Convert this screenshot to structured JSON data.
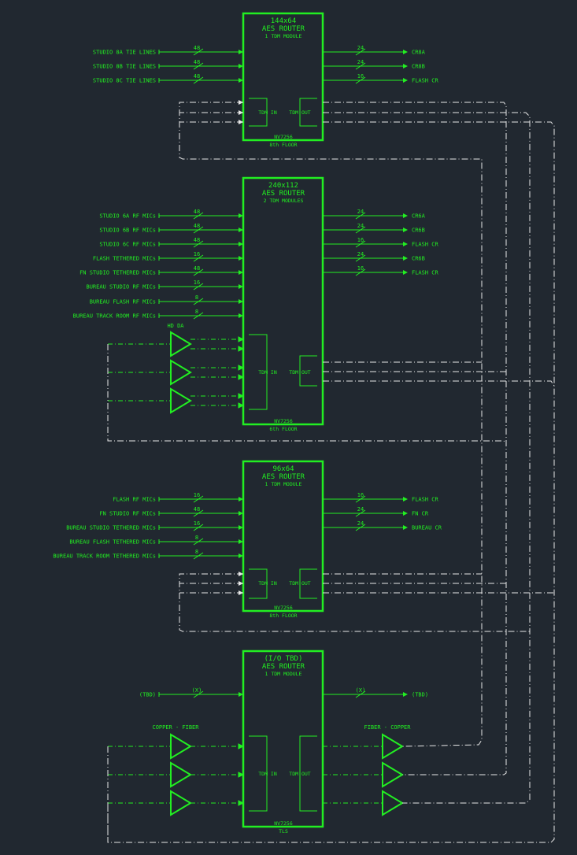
{
  "colors": {
    "background": "#212830",
    "green": "#22ee22",
    "white": "#e8e8e8"
  },
  "routers": [
    {
      "id": "r1",
      "title1": "144x64",
      "title2": "AES ROUTER",
      "subtitle": "1 TDM MODULE",
      "model": "NV7256",
      "floor": "8th FLOOR",
      "tdm_in": "TDM IN",
      "tdm_out": "TDM OUT",
      "inputs": [
        {
          "label": "STUDIO 8A TIE LINES",
          "count": "48"
        },
        {
          "label": "STUDIO 8B TIE LINES",
          "count": "48"
        },
        {
          "label": "STUDIO 8C TIE LINES",
          "count": "48"
        }
      ],
      "outputs": [
        {
          "label": "CR8A",
          "count": "24"
        },
        {
          "label": "CR8B",
          "count": "24"
        },
        {
          "label": "FLASH CR",
          "count": "16"
        }
      ]
    },
    {
      "id": "r2",
      "title1": "240x112",
      "title2": "AES ROUTER",
      "subtitle": "2 TDM MODULES",
      "model": "NV7256",
      "floor": "6th FLOOR",
      "tdm_in": "TDM IN",
      "tdm_out": "TDM OUT",
      "da_label": "HD DA",
      "inputs": [
        {
          "label": "STUDIO 6A RF MICs",
          "count": "48"
        },
        {
          "label": "STUDIO 6B RF MICs",
          "count": "48"
        },
        {
          "label": "STUDIO 6C RF MICs",
          "count": "48"
        },
        {
          "label": "FLASH TETHERED MICs",
          "count": "16"
        },
        {
          "label": "FN STUDIO TETHERED MICs",
          "count": "48"
        },
        {
          "label": "BUREAU STUDIO RF MICs",
          "count": "16"
        },
        {
          "label": "BUREAU FLASH RF MICs",
          "count": "8"
        },
        {
          "label": "BUREAU TRACK ROOM RF MICs",
          "count": "8"
        }
      ],
      "outputs": [
        {
          "label": "CR6A",
          "count": "24"
        },
        {
          "label": "CR6B",
          "count": "24"
        },
        {
          "label": "FLASH CR",
          "count": "16"
        },
        {
          "label": "CR6B",
          "count": "24"
        },
        {
          "label": "FLASH CR",
          "count": "16"
        }
      ]
    },
    {
      "id": "r3",
      "title1": "96x64",
      "title2": "AES ROUTER",
      "subtitle": "1 TDM MODULE",
      "model": "NV7256",
      "floor": "8th FLOOR",
      "tdm_in": "TDM IN",
      "tdm_out": "TDM OUT",
      "inputs": [
        {
          "label": "FLASH RF MICs",
          "count": "16"
        },
        {
          "label": "FN STUDIO RF MICs",
          "count": "48"
        },
        {
          "label": "BUREAU STUDIO TETHERED MICs",
          "count": "16"
        },
        {
          "label": "BUREAU FLASH TETHERED MICs",
          "count": "8"
        },
        {
          "label": "BUREAU TRACK ROOM TETHERED MICs",
          "count": "8"
        }
      ],
      "outputs": [
        {
          "label": "FLASH CR",
          "count": "16"
        },
        {
          "label": "FN CR",
          "count": "24"
        },
        {
          "label": "BUREAU CR",
          "count": "24"
        }
      ]
    },
    {
      "id": "r4",
      "title1": "(I/O TBD)",
      "title2": "AES ROUTER",
      "subtitle": "1 TDM MODULE",
      "model": "NV7256",
      "floor": "TLS",
      "tdm_in": "TDM IN",
      "tdm_out": "TDM OUT",
      "copper_fiber": "COPPER - FIBER",
      "fiber_copper": "FIBER - COPPER",
      "inputs": [
        {
          "label": "(TBD)",
          "count": "(X)"
        }
      ],
      "outputs": [
        {
          "label": "(TBD)",
          "count": "(X)"
        }
      ]
    }
  ]
}
